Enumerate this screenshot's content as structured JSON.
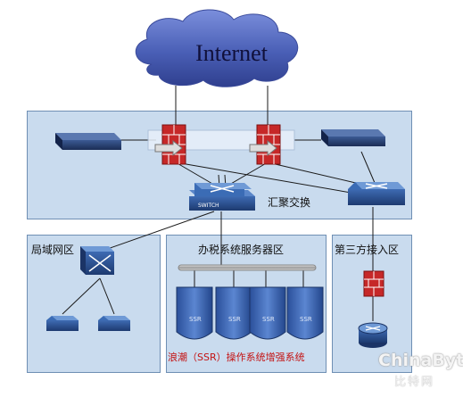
{
  "internet_label": "Internet",
  "aggregation_label": "汇聚交换",
  "zones": {
    "lan": "局域网区",
    "tax_servers": "办税系统服务器区",
    "third_party": "第三方接入区"
  },
  "ssr_caption": "浪潮（SSR）操作系统增强系统",
  "server_tag": "SSR",
  "switch_tag": "SWITCH",
  "watermark": {
    "brand": "ChinaByte",
    "sub": "比特网"
  },
  "colors": {
    "cloud": "#4a5fb6",
    "zone_fill": "#c9dbee",
    "firewall": "#c62828",
    "switch": "#2c4f8d",
    "caption_red": "#c41212"
  }
}
